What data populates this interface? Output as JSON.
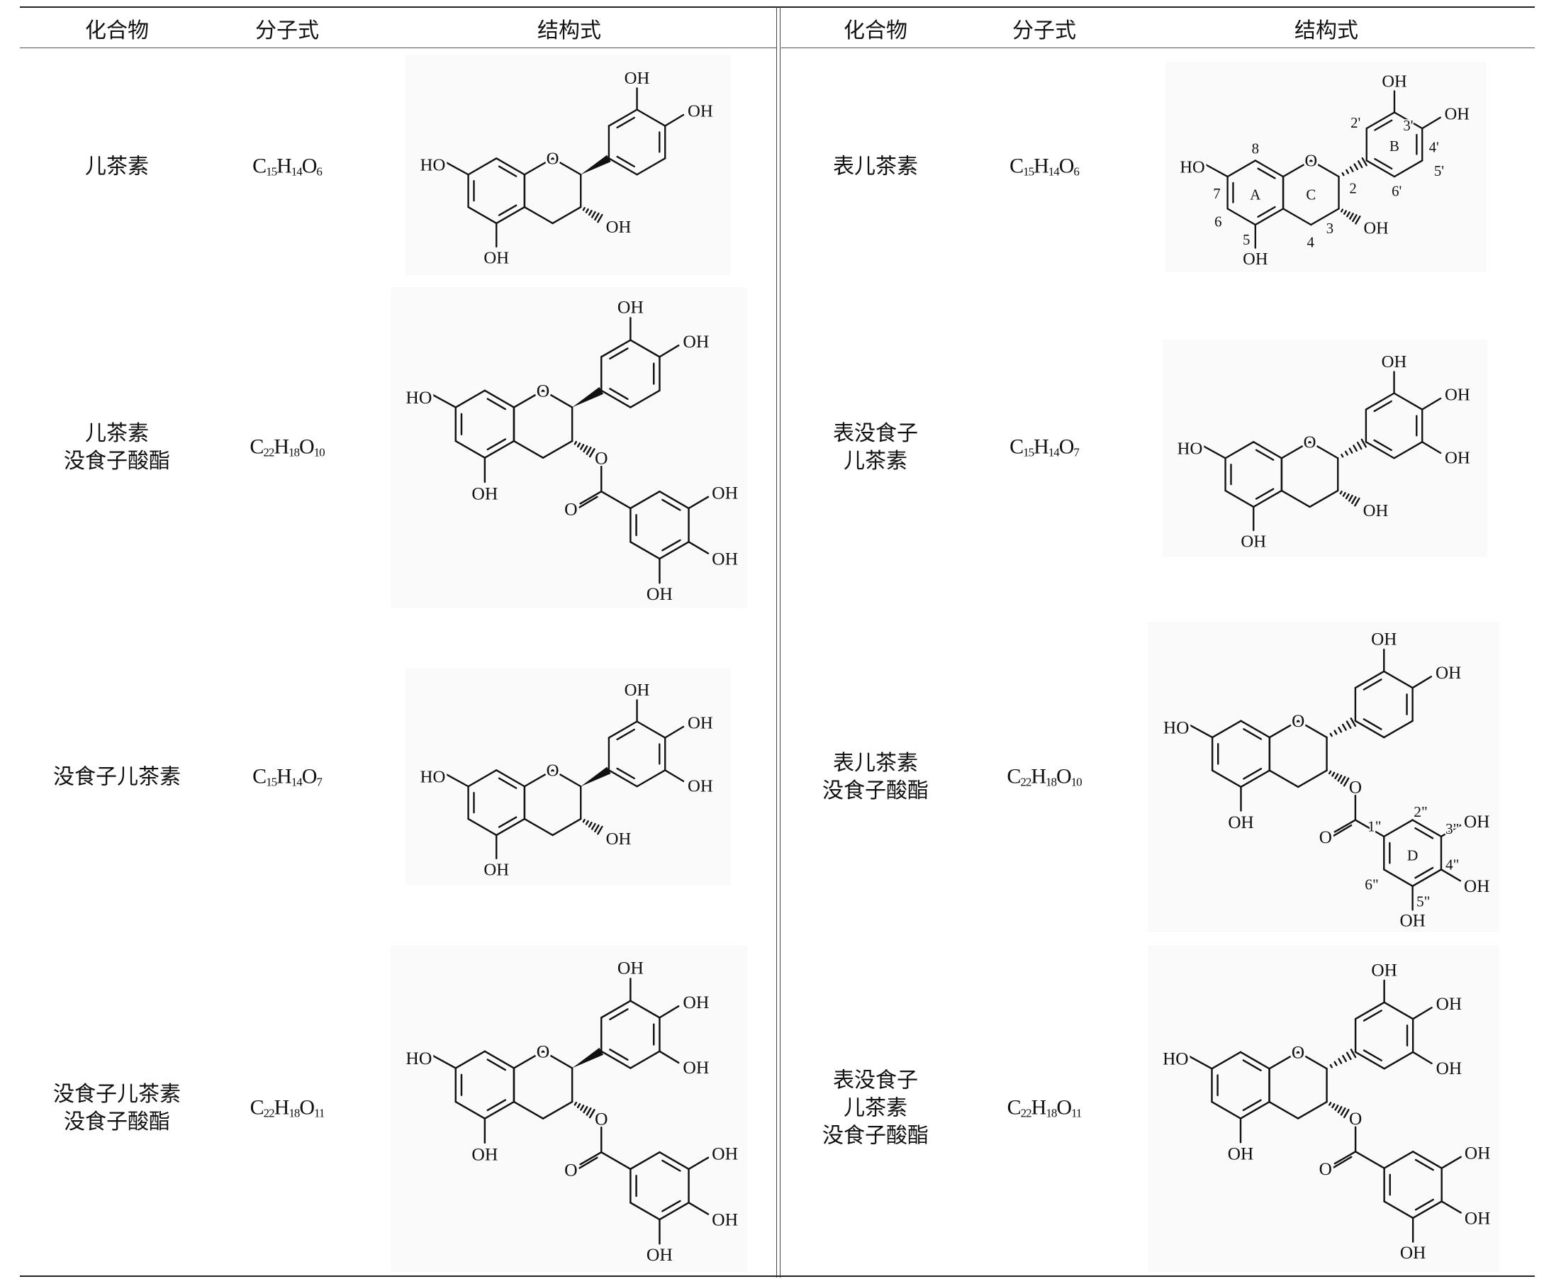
{
  "headers": {
    "compound": "化合物",
    "formula": "分子式",
    "structure": "结构式"
  },
  "atoms": {
    "hydroxyl": "OH",
    "hydroxyl_left": "HO",
    "oxygen": "O"
  },
  "numbering": {
    "flavan": {
      "n8": "8",
      "n7": "7",
      "n6": "6",
      "n5": "5",
      "n4": "4",
      "n3": "3",
      "n2": "2",
      "n2p": "2'",
      "n3p": "3'",
      "n4p": "4'",
      "n5p": "5'",
      "n6p": "6'",
      "ringA": "A",
      "ringB": "B",
      "ringC": "C"
    },
    "gallate": {
      "n1pp": "1\"",
      "n2pp": "2\"",
      "n3pp": "3\"",
      "n4pp": "4\"",
      "n5pp": "5\"",
      "n6pp": "6\"",
      "ringD": "D"
    }
  },
  "left": [
    {
      "name": [
        "儿茶素"
      ],
      "formula": [
        {
          "el": "C",
          "n": "15"
        },
        {
          "el": "H",
          "n": "14"
        },
        {
          "el": "O",
          "n": "6"
        }
      ],
      "structure": {
        "gallo": false,
        "gallate": false,
        "epi": false,
        "numbering": ""
      }
    },
    {
      "name": [
        "儿茶素",
        "没食子酸酯"
      ],
      "formula": [
        {
          "el": "C",
          "n": "22"
        },
        {
          "el": "H",
          "n": "18"
        },
        {
          "el": "O",
          "n": "10"
        }
      ],
      "structure": {
        "gallo": false,
        "gallate": true,
        "epi": false,
        "numbering": ""
      }
    },
    {
      "name": [
        "没食子儿茶素"
      ],
      "formula": [
        {
          "el": "C",
          "n": "15"
        },
        {
          "el": "H",
          "n": "14"
        },
        {
          "el": "O",
          "n": "7"
        }
      ],
      "structure": {
        "gallo": true,
        "gallate": false,
        "epi": false,
        "numbering": ""
      }
    },
    {
      "name": [
        "没食子儿茶素",
        "没食子酸酯"
      ],
      "formula": [
        {
          "el": "C",
          "n": "22"
        },
        {
          "el": "H",
          "n": "18"
        },
        {
          "el": "O",
          "n": "11"
        }
      ],
      "structure": {
        "gallo": true,
        "gallate": true,
        "epi": false,
        "numbering": ""
      }
    }
  ],
  "right": [
    {
      "name": [
        "表儿茶素"
      ],
      "formula": [
        {
          "el": "C",
          "n": "15"
        },
        {
          "el": "H",
          "n": "14"
        },
        {
          "el": "O",
          "n": "6"
        }
      ],
      "structure": {
        "gallo": false,
        "gallate": false,
        "epi": true,
        "numbering": "flavan"
      }
    },
    {
      "name": [
        "表没食子",
        "儿茶素"
      ],
      "formula": [
        {
          "el": "C",
          "n": "15"
        },
        {
          "el": "H",
          "n": "14"
        },
        {
          "el": "O",
          "n": "7"
        }
      ],
      "structure": {
        "gallo": true,
        "gallate": false,
        "epi": true,
        "numbering": ""
      }
    },
    {
      "name": [
        "表儿茶素",
        "没食子酸酯"
      ],
      "formula": [
        {
          "el": "C",
          "n": "22"
        },
        {
          "el": "H",
          "n": "18"
        },
        {
          "el": "O",
          "n": "10"
        }
      ],
      "structure": {
        "gallo": false,
        "gallate": true,
        "epi": true,
        "numbering": "gallate"
      }
    },
    {
      "name": [
        "表没食子",
        "儿茶素",
        "没食子酸酯"
      ],
      "formula": [
        {
          "el": "C",
          "n": "22"
        },
        {
          "el": "H",
          "n": "18"
        },
        {
          "el": "O",
          "n": "11"
        }
      ],
      "structure": {
        "gallo": true,
        "gallate": true,
        "epi": true,
        "numbering": ""
      }
    }
  ]
}
